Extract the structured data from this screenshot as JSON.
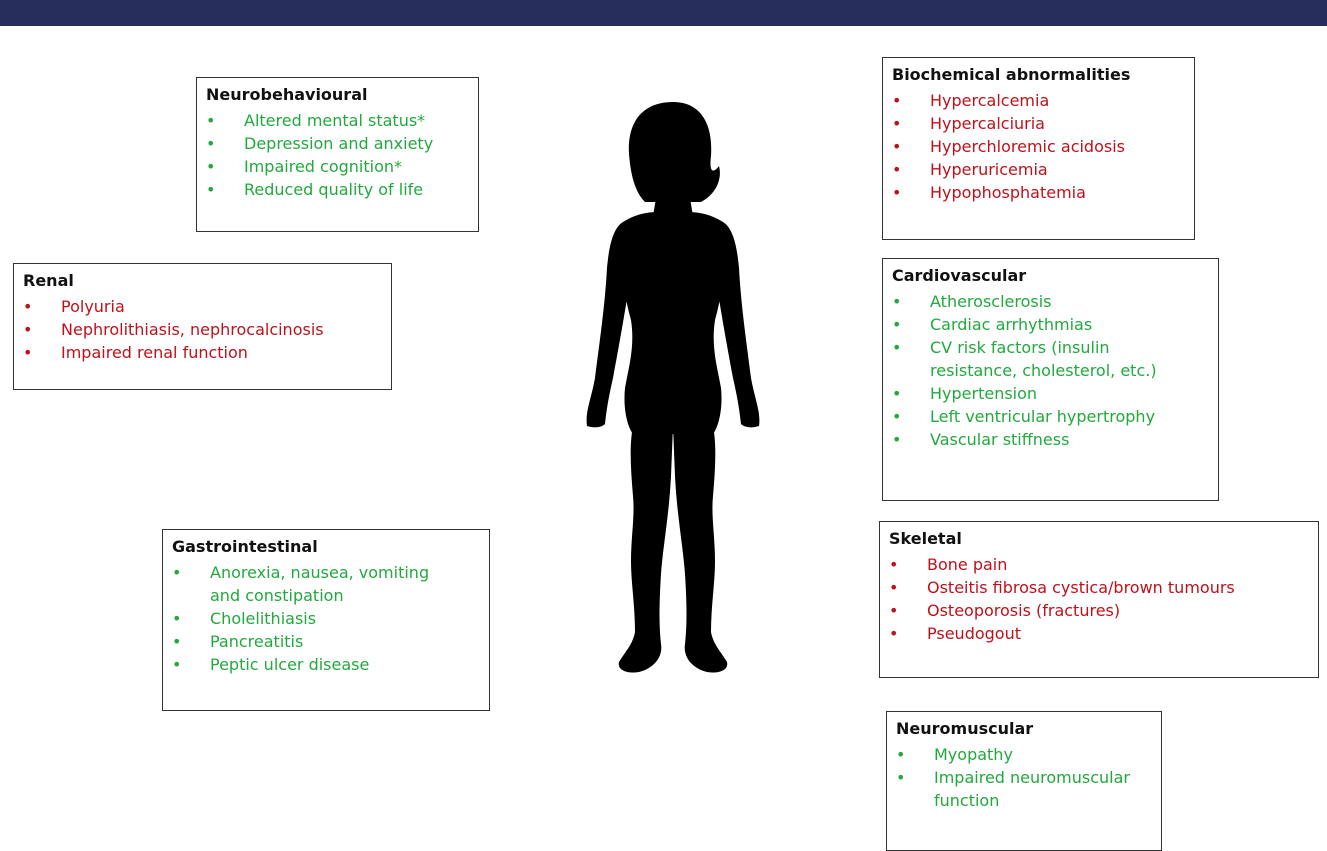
{
  "colors": {
    "topbar": "#262e5c",
    "red": "#c0111a",
    "green": "#22a93d",
    "silhouette": "#000000"
  },
  "icons": {
    "figure": "human-silhouette-icon",
    "bullet": "bullet-dot-icon"
  },
  "boxes": {
    "neurobehavioural": {
      "title": "Neurobehavioural",
      "items": [
        {
          "text": "Altered mental status*",
          "color": "green"
        },
        {
          "text": "Depression and anxiety",
          "color": "green"
        },
        {
          "text": "Impaired cognition*",
          "color": "green"
        },
        {
          "text": "Reduced quality of life",
          "color": "green"
        }
      ]
    },
    "renal": {
      "title": "Renal",
      "items": [
        {
          "text": "Polyuria",
          "color": "red"
        },
        {
          "text": "Nephrolithiasis, nephrocalcinosis",
          "color": "red"
        },
        {
          "text": "Impaired renal function",
          "color": "red"
        }
      ]
    },
    "gastrointestinal": {
      "title": "Gastrointestinal",
      "items": [
        {
          "text": "Anorexia, nausea, vomiting",
          "cont": "and constipation",
          "color": "green"
        },
        {
          "text": "Cholelithiasis",
          "color": "green"
        },
        {
          "text": "Pancreatitis",
          "color": "green"
        },
        {
          "text": "Peptic ulcer disease",
          "color": "green"
        }
      ]
    },
    "biochemical": {
      "title": "Biochemical abnormalities",
      "items": [
        {
          "text": "Hypercalcemia",
          "color": "red"
        },
        {
          "text": "Hypercalciuria",
          "color": "red"
        },
        {
          "text": "Hyperchloremic acidosis",
          "color": "red"
        },
        {
          "text": "Hyperuricemia",
          "color": "red"
        },
        {
          "text": "Hypophosphatemia",
          "color": "red"
        }
      ]
    },
    "cardiovascular": {
      "title": "Cardiovascular",
      "items": [
        {
          "text": "Atherosclerosis",
          "color": "green"
        },
        {
          "text": "Cardiac arrhythmias",
          "color": "green"
        },
        {
          "text": "CV risk factors (insulin",
          "cont": "resistance, cholesterol, etc.)",
          "color": "green"
        },
        {
          "text": "Hypertension",
          "color": "green"
        },
        {
          "text": "Left ventricular hypertrophy",
          "color": "green"
        },
        {
          "text": "Vascular stiffness",
          "color": "green"
        }
      ]
    },
    "skeletal": {
      "title": "Skeletal",
      "items": [
        {
          "text": "Bone pain",
          "color": "red"
        },
        {
          "text": "Osteitis fibrosa cystica/brown tumours",
          "color": "red"
        },
        {
          "text": "Osteoporosis (fractures)",
          "color": "red"
        },
        {
          "text": "Pseudogout",
          "color": "red"
        }
      ]
    },
    "neuromuscular": {
      "title": "Neuromuscular",
      "items": [
        {
          "text": "Myopathy",
          "color": "green"
        },
        {
          "text": "Impaired neuromuscular",
          "cont": "function",
          "color": "green"
        }
      ]
    }
  }
}
